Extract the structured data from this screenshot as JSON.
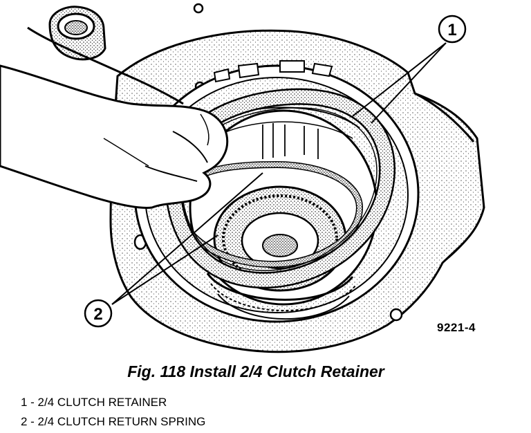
{
  "figure": {
    "reference_code": "9221-4",
    "caption": "Fig. 118 Install 2/4 Clutch Retainer",
    "callouts": [
      {
        "number": "1",
        "part": "2/4 CLUTCH RETAINER"
      },
      {
        "number": "2",
        "part": "2/4 CLUTCH RETURN SPRING"
      }
    ],
    "legend": [
      "1 - 2/4 CLUTCH RETAINER",
      "2 - 2/4 CLUTCH RETURN SPRING"
    ]
  }
}
